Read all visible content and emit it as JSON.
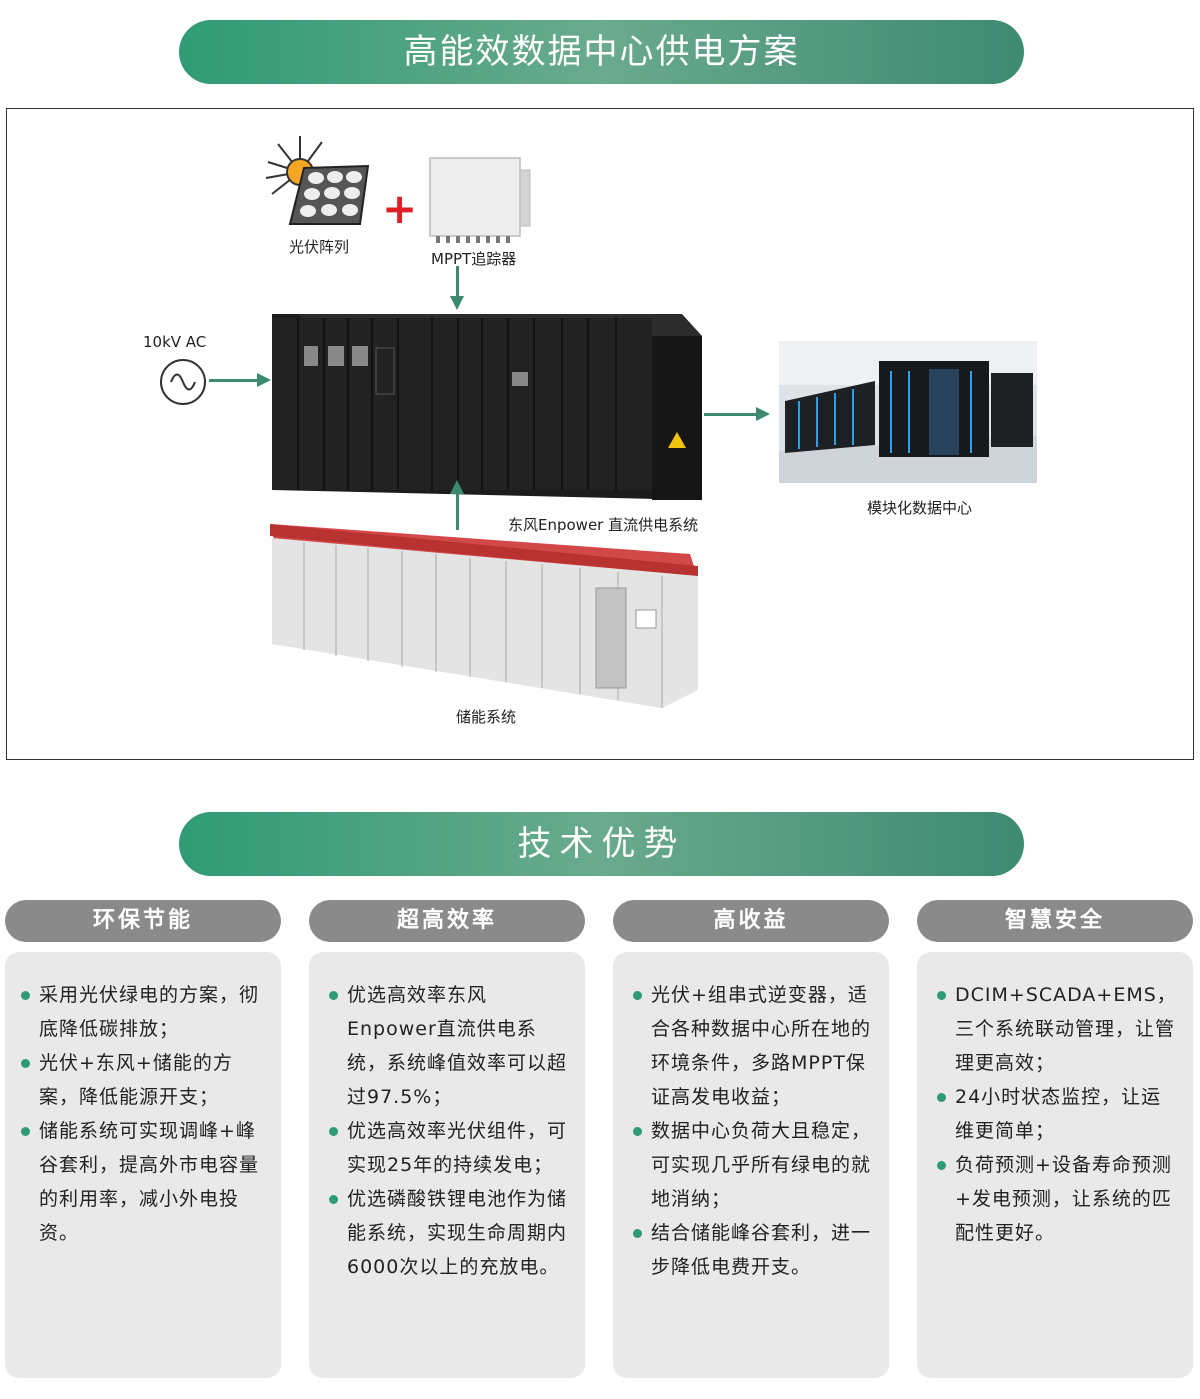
{
  "header": {
    "title": "高能效数据中心供电方案"
  },
  "diagram": {
    "pv_label": "光伏阵列",
    "mppt_label": "MPPT追踪器",
    "ac_label": "10kV AC",
    "dc_system_label": "东风Enpower 直流供电系统",
    "datacenter_label": "模块化数据中心",
    "storage_label": "储能系统"
  },
  "advantages": {
    "title": "技术优势",
    "columns": [
      {
        "heading": "环保节能",
        "items": [
          "采用光伏绿电的方案，彻底降低碳排放；",
          "光伏+东风+储能的方案，降低能源开支；",
          "储能系统可实现调峰+峰谷套利，提高外市电容量的利用率，减小外电投资。"
        ]
      },
      {
        "heading": "超高效率",
        "items": [
          "优选高效率东风Enpower直流供电系统，系统峰值效率可以超过97.5%；",
          "优选高效率光伏组件，可实现25年的持续发电；",
          "优选磷酸铁锂电池作为储能系统，实现生命周期内6000次以上的充放电。"
        ]
      },
      {
        "heading": "高收益",
        "items": [
          "光伏+组串式逆变器，适合各种数据中心所在地的环境条件，多路MPPT保证高发电收益；",
          "数据中心负荷大且稳定，可实现几乎所有绿电的就地消纳；",
          "结合储能峰谷套利，进一步降低电费开支。"
        ]
      },
      {
        "heading": "智慧安全",
        "items": [
          "DCIM+SCADA+EMS，三个系统联动管理，让管理更高效；",
          "24小时状态监控，让运维更简单；",
          "负荷预测+设备寿命预测+发电预测，让系统的匹配性更好。"
        ]
      }
    ]
  }
}
